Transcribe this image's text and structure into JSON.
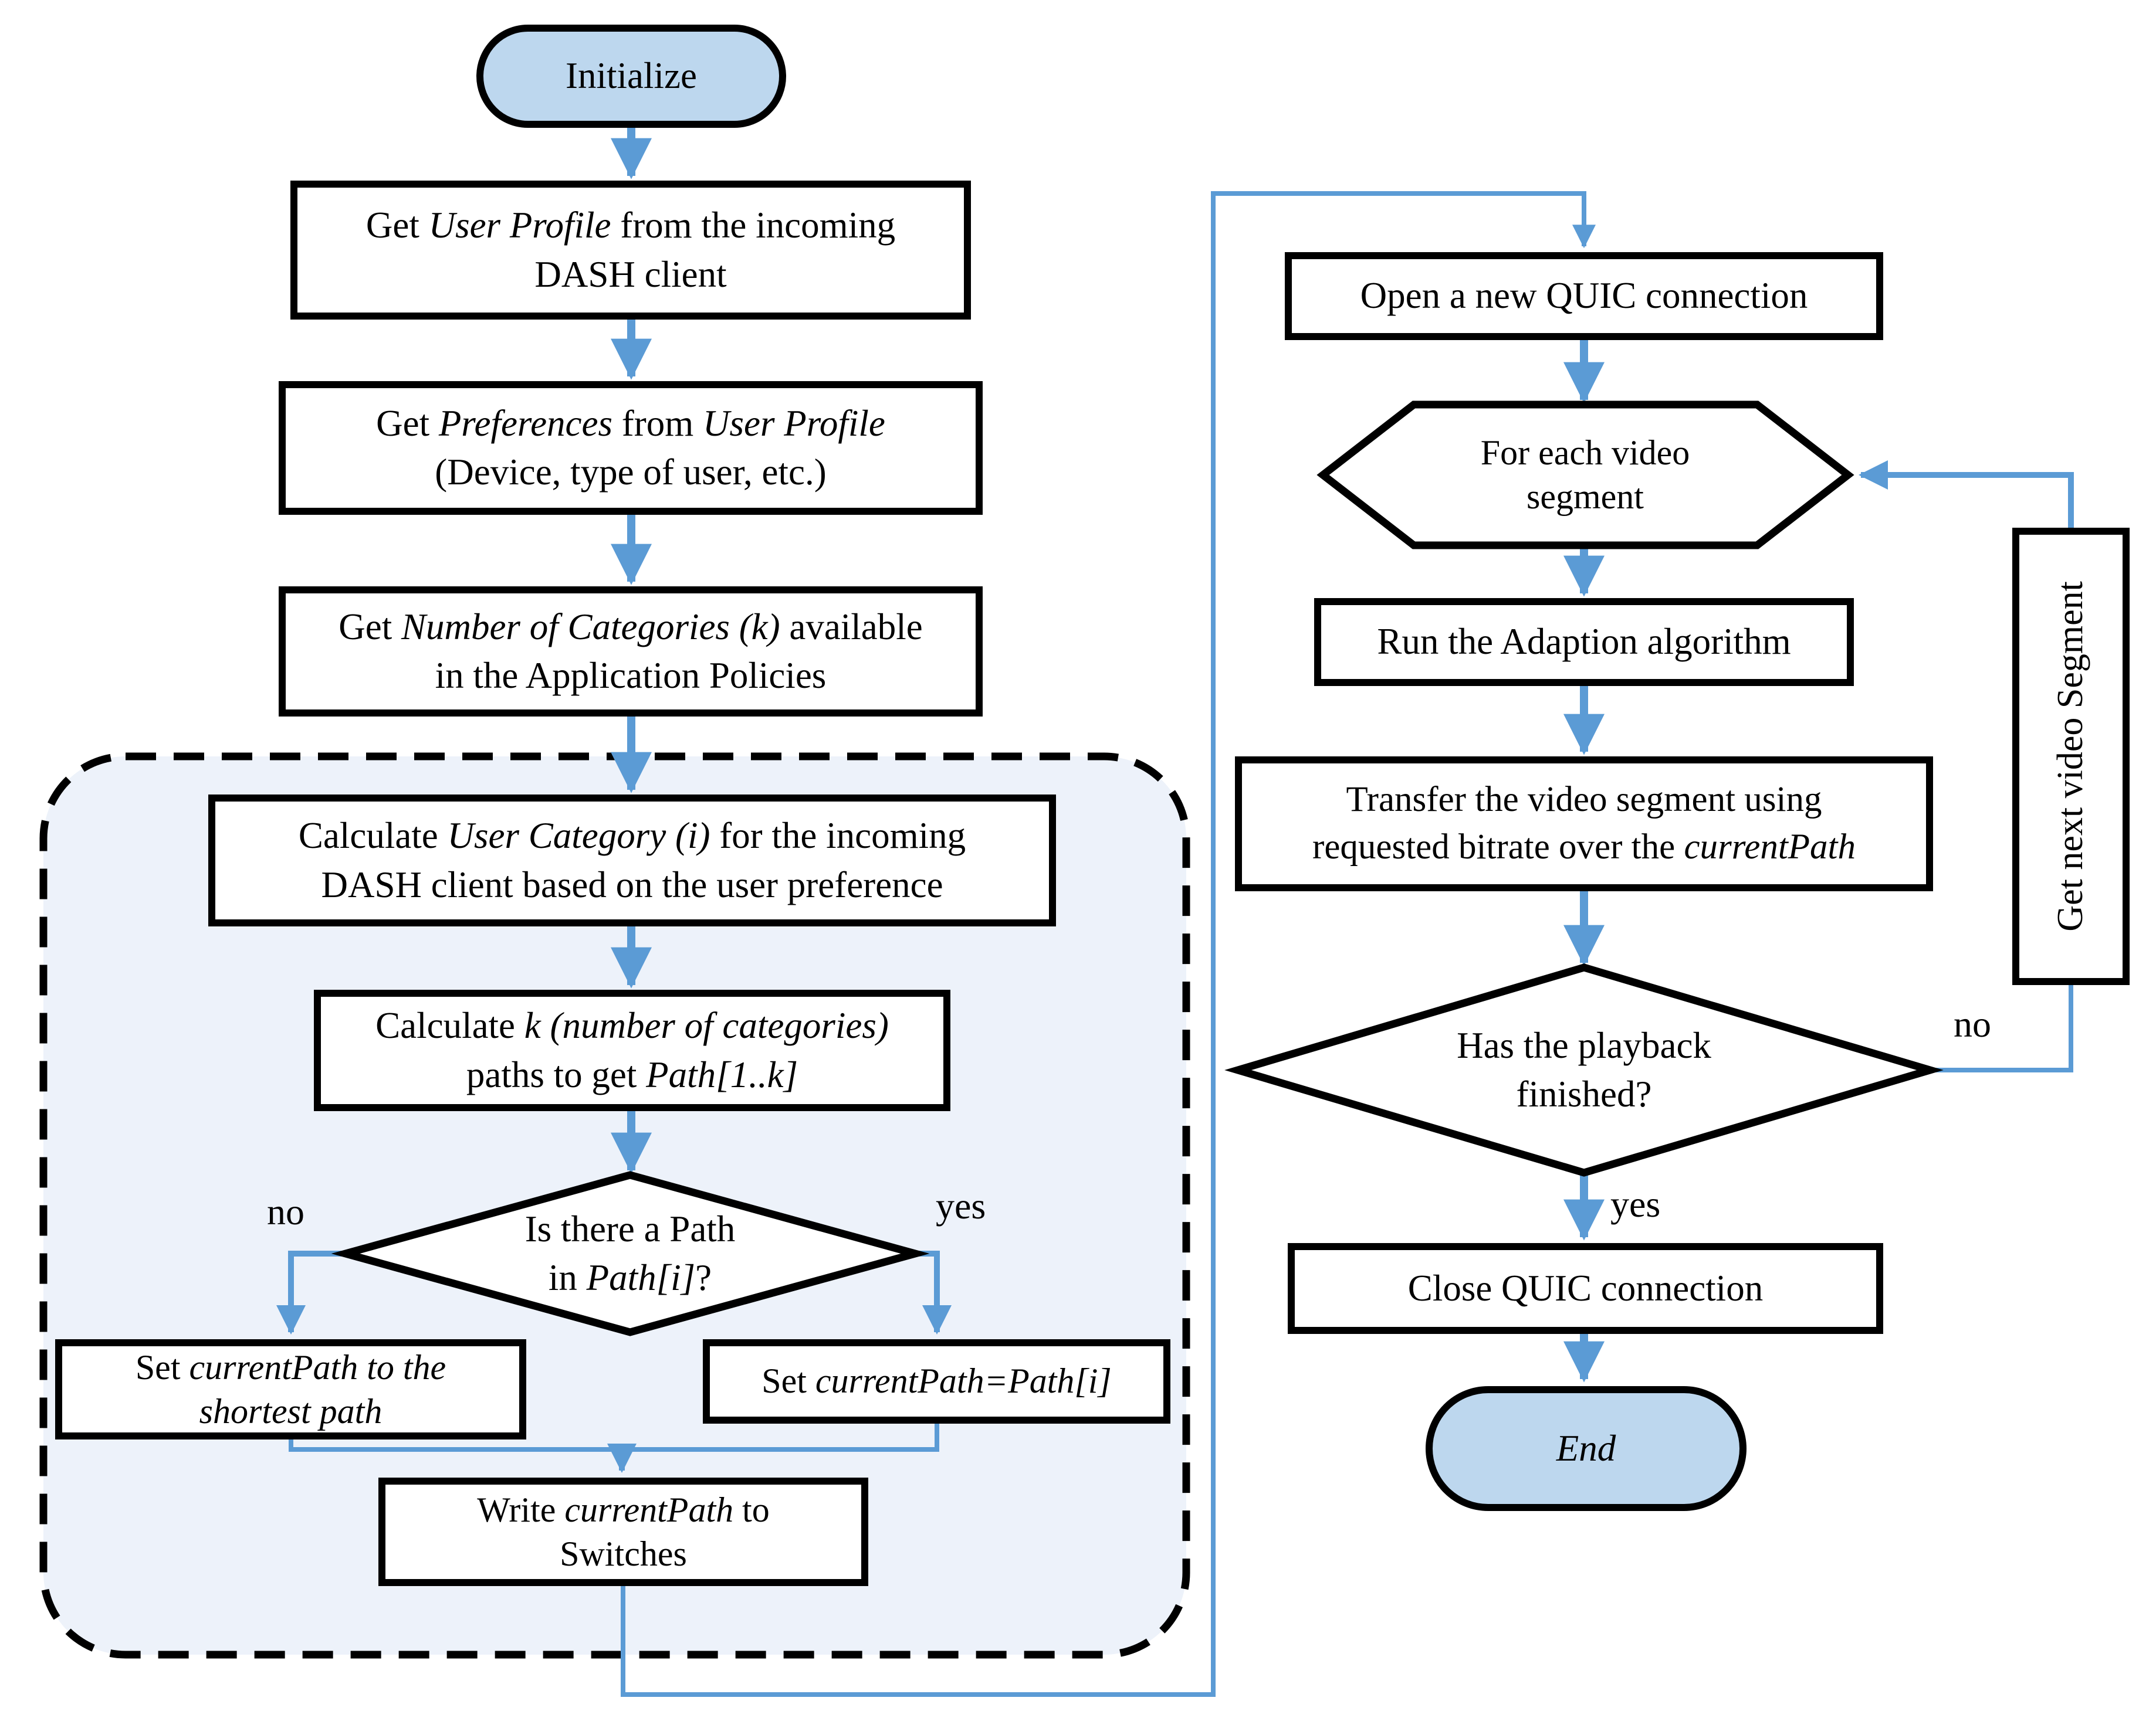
{
  "colors": {
    "flow_line": "#5B9BD5",
    "terminal_fill": "#BDD7EE",
    "region_fill": "#EDF2FA",
    "shape_border": "#000000",
    "shape_fill": "#FFFFFF"
  },
  "nodes": {
    "initialize": {
      "shape": "terminator",
      "label": "Initialize"
    },
    "get_user_profile": {
      "shape": "process",
      "lines": [
        [
          {
            "t": "Get "
          },
          {
            "t": "User Profile",
            "i": true
          },
          {
            "t": " from the incoming"
          }
        ],
        [
          {
            "t": "DASH client"
          }
        ]
      ]
    },
    "get_preferences": {
      "shape": "process",
      "lines": [
        [
          {
            "t": "Get "
          },
          {
            "t": "Preferences",
            "i": true
          },
          {
            "t": " from "
          },
          {
            "t": "User Profile",
            "i": true
          }
        ],
        [
          {
            "t": "(Device, type of user, etc.)"
          }
        ]
      ]
    },
    "get_categories": {
      "shape": "process",
      "lines": [
        [
          {
            "t": "Get "
          },
          {
            "t": "Number of Categories (k)",
            "i": true
          },
          {
            "t": " available"
          }
        ],
        [
          {
            "t": "in the Application Policies"
          }
        ]
      ]
    },
    "calc_user_category": {
      "shape": "process",
      "lines": [
        [
          {
            "t": "Calculate "
          },
          {
            "t": "User Category (i)",
            "i": true
          },
          {
            "t": " for the incoming"
          }
        ],
        [
          {
            "t": "DASH client based on the user preference"
          }
        ]
      ]
    },
    "calc_paths": {
      "shape": "process",
      "lines": [
        [
          {
            "t": "Calculate "
          },
          {
            "t": "k (number of categories)",
            "i": true
          }
        ],
        [
          {
            "t": "paths to get "
          },
          {
            "t": "Path[1..k]",
            "i": true
          }
        ]
      ]
    },
    "path_exists": {
      "shape": "decision",
      "lines": [
        [
          {
            "t": "Is there a Path"
          }
        ],
        [
          {
            "t": "in "
          },
          {
            "t": "Path[i]",
            "i": true
          },
          {
            "t": "?"
          }
        ]
      ]
    },
    "set_shortest": {
      "shape": "process",
      "lines": [
        [
          {
            "t": "Set "
          },
          {
            "t": "currentPath to the",
            "i": true
          }
        ],
        [
          {
            "t": "shortest path",
            "i": true
          }
        ]
      ]
    },
    "set_current": {
      "shape": "process",
      "lines": [
        [
          {
            "t": "Set "
          },
          {
            "t": "currentPath=Path[i]",
            "i": true
          }
        ]
      ]
    },
    "write_switches": {
      "shape": "process",
      "lines": [
        [
          {
            "t": "Write "
          },
          {
            "t": "currentPath",
            "i": true
          },
          {
            "t": " to"
          }
        ],
        [
          {
            "t": "Switches"
          }
        ]
      ]
    },
    "open_quic": {
      "shape": "process",
      "lines": [
        [
          {
            "t": "Open a new QUIC connection"
          }
        ]
      ]
    },
    "for_each_segment": {
      "shape": "preparation",
      "lines": [
        [
          {
            "t": "For each video"
          }
        ],
        [
          {
            "t": "segment"
          }
        ]
      ]
    },
    "run_adaption": {
      "shape": "process",
      "lines": [
        [
          {
            "t": "Run the Adaption algorithm"
          }
        ]
      ]
    },
    "transfer_segment": {
      "shape": "process",
      "lines": [
        [
          {
            "t": "Transfer the video segment using"
          }
        ],
        [
          {
            "t": "requested bitrate over the "
          },
          {
            "t": "currentPath",
            "i": true
          }
        ]
      ]
    },
    "playback_finished": {
      "shape": "decision",
      "lines": [
        [
          {
            "t": "Has the playback"
          }
        ],
        [
          {
            "t": "finished?"
          }
        ]
      ]
    },
    "get_next_segment": {
      "shape": "process-vertical",
      "label": "Get next video Segment"
    },
    "close_quic": {
      "shape": "process",
      "lines": [
        [
          {
            "t": "Close QUIC connection"
          }
        ]
      ]
    },
    "end": {
      "shape": "terminator",
      "label": "End"
    }
  },
  "edge_labels": {
    "d1_no": "no",
    "d1_yes": "yes",
    "d2_no": "no",
    "d2_yes": "yes"
  }
}
